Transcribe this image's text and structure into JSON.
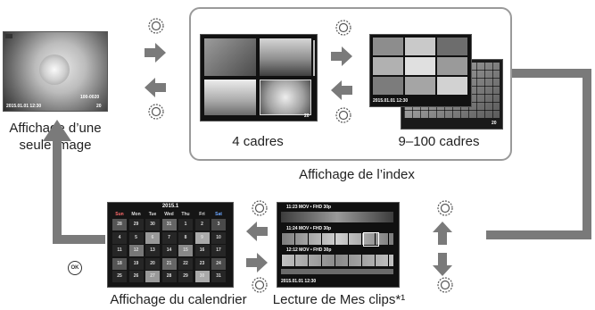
{
  "labels": {
    "single": [
      "Affichage d’une",
      "seule image"
    ],
    "four_frames": "4 cadres",
    "hundred_frames": "9–100 cadres",
    "index_view": "Affichage de l’index",
    "calendar_view": "Affichage du calendrier",
    "my_clips": "Lecture de Mes clips*¹"
  },
  "single_screen": {
    "date": "2015.01.01 12:30",
    "frame_no": "20",
    "file_no": "100-0020"
  },
  "four_screen": {
    "frame_no": "20"
  },
  "hundred_screen": {
    "date": "2015.01.01 12:30",
    "frame_no": "20"
  },
  "calendar": {
    "title": "2015.1",
    "weekdays": [
      "Sun",
      "Mon",
      "Tue",
      "Wed",
      "Thu",
      "Fri",
      "Sat"
    ],
    "rows": [
      [
        "28",
        "29",
        "30",
        "31",
        "1",
        "2",
        "3"
      ],
      [
        "4",
        "5",
        "6",
        "7",
        "8",
        "9",
        "10"
      ],
      [
        "11",
        "12",
        "13",
        "14",
        "15",
        "16",
        "17"
      ],
      [
        "18",
        "19",
        "20",
        "21",
        "22",
        "23",
        "24"
      ],
      [
        "25",
        "26",
        "27",
        "28",
        "29",
        "30",
        "31"
      ]
    ]
  },
  "myclips": {
    "rows": [
      "11:23 MOV • FHD 30p",
      "11:24 MOV • FHD 30p",
      "12:12 MOV • FHD 30p"
    ],
    "date": "2015.01.01 12:30"
  },
  "ok_button": "OK",
  "colors": {
    "arrow": "#7a7a7a",
    "dial": "#555555",
    "screen_bg": "#111111"
  }
}
